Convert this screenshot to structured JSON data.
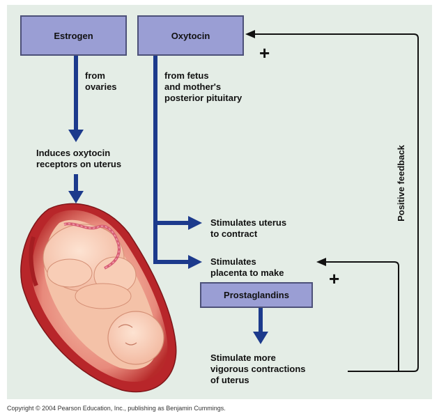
{
  "boxes": {
    "estrogen": "Estrogen",
    "oxytocin": "Oxytocin",
    "prostaglandins": "Prostaglandins"
  },
  "labels": {
    "from_ovaries": "from\novaries",
    "from_fetus": "from fetus\nand mother's\nposterior pituitary",
    "induces": "Induces oxytocin\nreceptors on uterus",
    "stim_uterus": "Stimulates uterus\nto contract",
    "stim_placenta": "Stimulates\nplacenta to make",
    "stim_more": "Stimulate more\nvigorous contractions\nof uterus",
    "positive_feedback": "Positive feedback",
    "plus_top": "+",
    "plus_bottom": "+"
  },
  "copyright": "Copyright © 2004 Pearson Education, Inc., publishing as Benjamin Cummings.",
  "colors": {
    "panel_bg": "#e4ede6",
    "box_fill": "#9a9ed4",
    "arrow_blue": "#1c3a8c",
    "feedback_line": "#111111"
  },
  "icons": [
    "fetus-in-uterus-illustration",
    "down-arrow-icon",
    "right-arrow-icon",
    "feedback-arrow-icon"
  ]
}
